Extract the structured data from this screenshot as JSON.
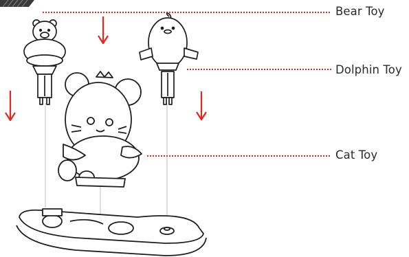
{
  "labels": {
    "bear": "Bear Toy",
    "dolphin": "Dolphin Toy",
    "cat": "Cat Toy"
  },
  "colors": {
    "arrow": "#e32620",
    "leader_line": "#e32620",
    "outline": "#1e1e1e",
    "header_bar": "#3a3a3a",
    "text": "#2a2a2a"
  },
  "icons": {
    "arrow": "down-arrow-icon",
    "bear": "bear-toy-icon",
    "dolphin": "dolphin-toy-icon",
    "cat": "cat-toy-icon",
    "base": "toy-base-icon"
  }
}
